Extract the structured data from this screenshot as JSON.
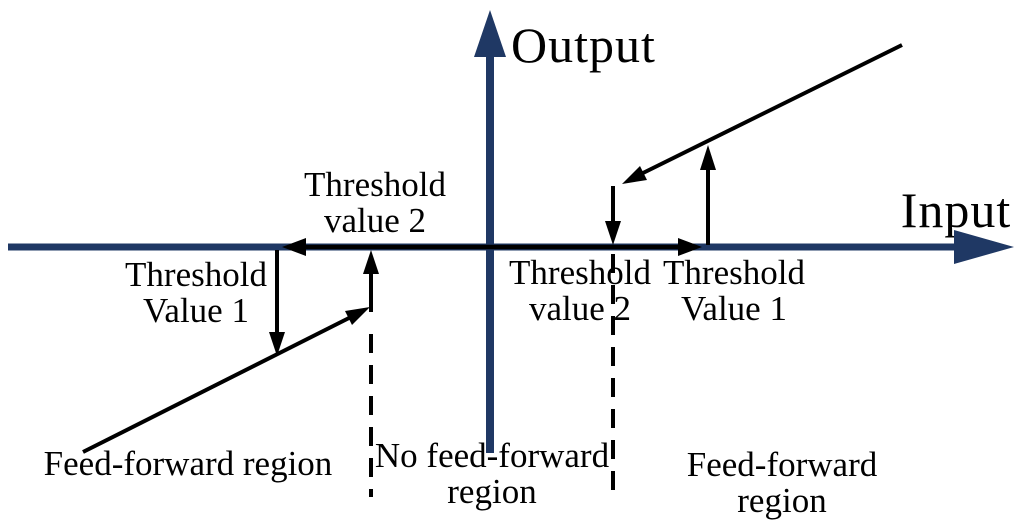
{
  "colors": {
    "axis": "#1f3864",
    "line": "#000000",
    "background": "#ffffff",
    "text": "#000000"
  },
  "axes": {
    "y_label": "Output",
    "x_label": "Input"
  },
  "thresholds": {
    "left_value_2": "Threshold\nvalue 2",
    "left_value_1": "Threshold\nValue 1",
    "right_value_2": "Threshold\nvalue 2",
    "right_value_1": "Threshold\nValue 1"
  },
  "regions": {
    "left": "Feed-forward region",
    "center": "No feed-forward\nregion",
    "right": "Feed-forward region"
  }
}
